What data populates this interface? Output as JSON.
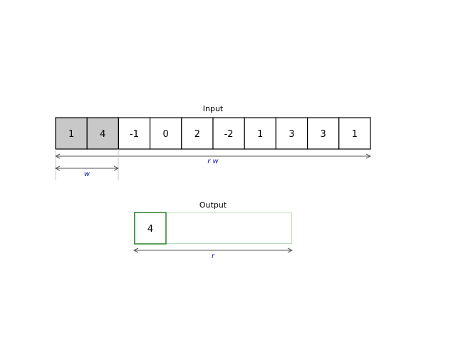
{
  "input": {
    "title": "Input",
    "values": [
      "1",
      "4",
      "-1",
      "0",
      "2",
      "-2",
      "1",
      "3",
      "3",
      "1"
    ],
    "highlighted_count": 2,
    "highlight_color": "#c8c8c8"
  },
  "output": {
    "title": "Output",
    "values": [
      "4"
    ],
    "filled_color": "#1a7a1a",
    "empty_color": "#b8dcb8"
  },
  "dimensions": {
    "total_label": "r w",
    "window_label": "w",
    "output_label": "r"
  },
  "colors": {
    "dimension_text": "#1a1aa6",
    "dimension_line": "#555555",
    "guide_line": "#bbbbbb"
  }
}
